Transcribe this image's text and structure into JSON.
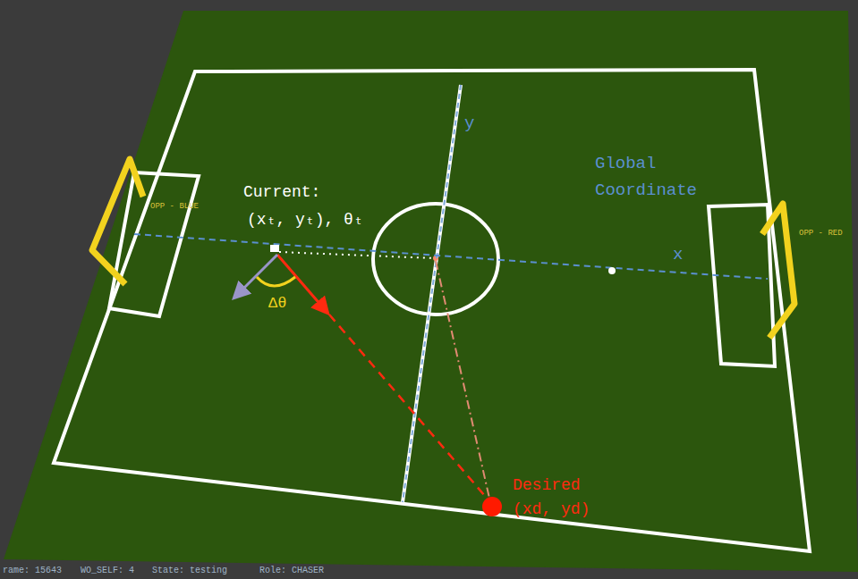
{
  "diagram": {
    "labels": [
      "Global Coordinate",
      "y",
      "x",
      "Current:",
      "(xₜ, yₜ),  θₜ",
      "Δθ",
      "Desired",
      "(xd, yd)",
      "OPP - BLUE",
      "OPP - RED",
      "rame: 15643",
      "WO_SELF: 4",
      "State: testing",
      "Role: CHASER"
    ]
  }
}
